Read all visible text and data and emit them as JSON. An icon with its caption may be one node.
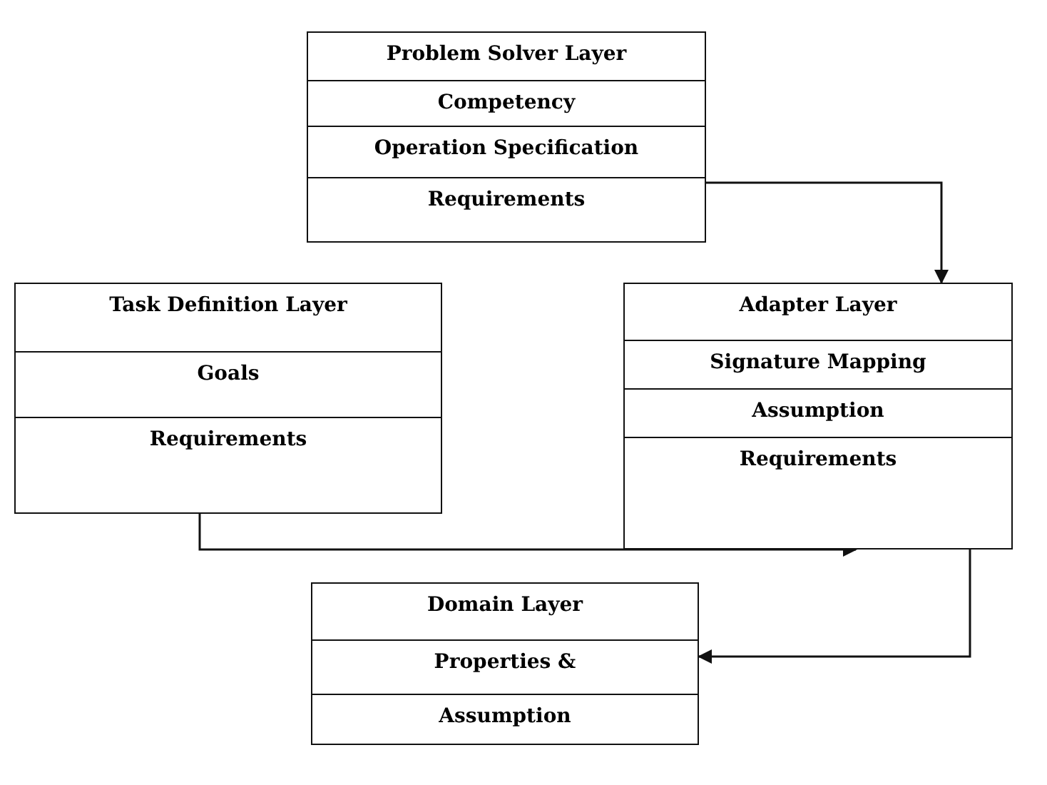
{
  "diagram": {
    "nodes": [
      {
        "text": [
          "Problem Solver Layer",
          "Competency",
          "Operation Specification",
          "Requirements"
        ]
      },
      {
        "text": [
          "Task Definition Layer",
          "Goals",
          "Requirements"
        ]
      },
      {
        "text": [
          "Adapter Layer",
          "Signature Mapping",
          "Assumption",
          "Requirements"
        ]
      },
      {
        "text": [
          "Domain Layer",
          "Properties &",
          "Assumption"
        ]
      }
    ],
    "edges": [
      {
        "from": 0,
        "to": 2,
        "arrow": "to"
      },
      {
        "from": 1,
        "to": 2,
        "arrow": "to"
      },
      {
        "from": 2,
        "to": 3,
        "arrow": "to"
      }
    ]
  }
}
